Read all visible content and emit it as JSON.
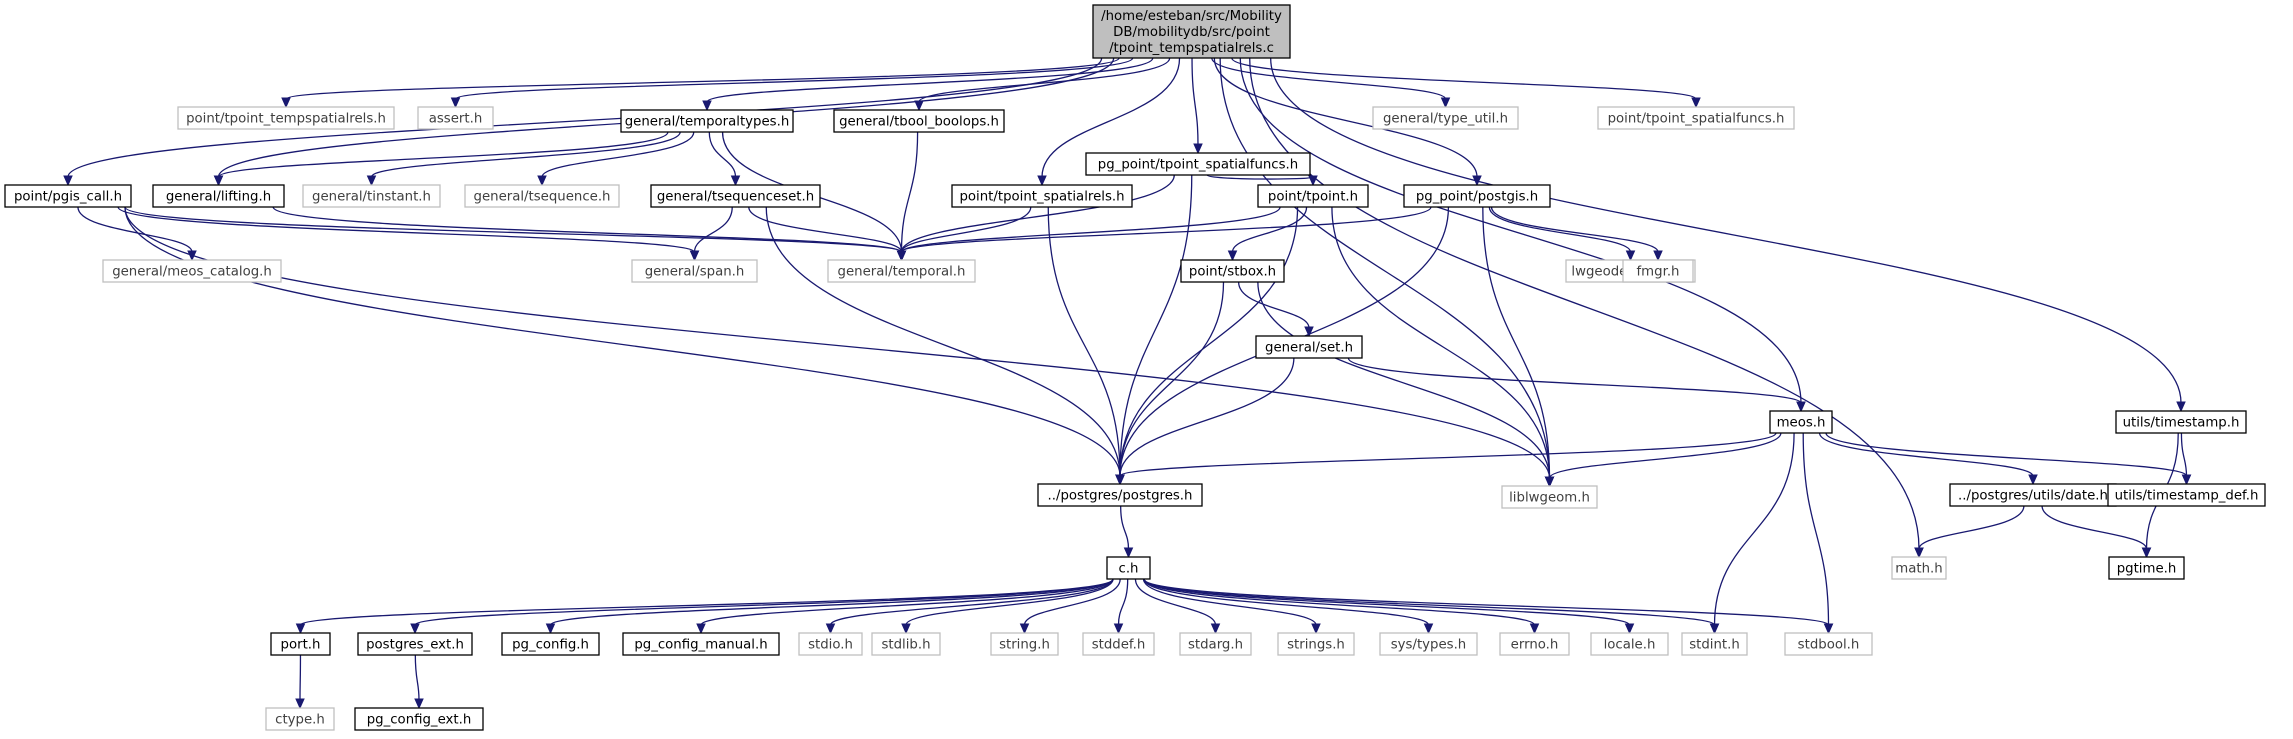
{
  "graph": {
    "root": {
      "id": "root",
      "lines": [
        "/home/esteban/src/Mobility",
        "DB/mobilitydb/src/point",
        "/tpoint_tempspatialrels.c"
      ]
    },
    "nodes": [
      {
        "id": "n_tsr_h",
        "label": "point/tpoint_tempspatialrels.h",
        "style": "gray"
      },
      {
        "id": "n_assert",
        "label": "assert.h",
        "style": "gray"
      },
      {
        "id": "n_temporaltypes",
        "label": "general/temporaltypes.h",
        "style": "solid"
      },
      {
        "id": "n_tbool",
        "label": "general/tbool_boolops.h",
        "style": "solid"
      },
      {
        "id": "n_pg_tsf",
        "label": "pg_point/tpoint_spatialfuncs.h",
        "style": "solid"
      },
      {
        "id": "n_typeutil",
        "label": "general/type_util.h",
        "style": "gray"
      },
      {
        "id": "n_tsf_gray",
        "label": "point/tpoint_spatialfuncs.h",
        "style": "gray"
      },
      {
        "id": "n_pgis",
        "label": "point/pgis_call.h",
        "style": "solid"
      },
      {
        "id": "n_lifting",
        "label": "general/lifting.h",
        "style": "solid"
      },
      {
        "id": "n_tinstant",
        "label": "general/tinstant.h",
        "style": "gray"
      },
      {
        "id": "n_tsequence",
        "label": "general/tsequence.h",
        "style": "gray"
      },
      {
        "id": "n_tsequenceset",
        "label": "general/tsequenceset.h",
        "style": "solid"
      },
      {
        "id": "n_tsr_h2",
        "label": "point/tpoint_spatialrels.h",
        "style": "solid"
      },
      {
        "id": "n_tpoint",
        "label": "point/tpoint.h",
        "style": "solid"
      },
      {
        "id": "n_postgis",
        "label": "pg_point/postgis.h",
        "style": "solid"
      },
      {
        "id": "n_meos_catalog",
        "label": "general/meos_catalog.h",
        "style": "gray"
      },
      {
        "id": "n_span",
        "label": "general/span.h",
        "style": "gray"
      },
      {
        "id": "n_temporal",
        "label": "general/temporal.h",
        "style": "gray"
      },
      {
        "id": "n_stbox",
        "label": "point/stbox.h",
        "style": "solid"
      },
      {
        "id": "n_lwgeodetic",
        "label": "lwgeodetic_tree.h",
        "style": "gray"
      },
      {
        "id": "n_fmgr",
        "label": "fmgr.h",
        "style": "gray"
      },
      {
        "id": "n_set",
        "label": "general/set.h",
        "style": "solid"
      },
      {
        "id": "n_meos",
        "label": "meos.h",
        "style": "solid"
      },
      {
        "id": "n_timestamp",
        "label": "utils/timestamp.h",
        "style": "solid"
      },
      {
        "id": "n_postgres",
        "label": "../postgres/postgres.h",
        "style": "solid"
      },
      {
        "id": "n_liblwgeom",
        "label": "liblwgeom.h",
        "style": "gray"
      },
      {
        "id": "n_date",
        "label": "../postgres/utils/date.h",
        "style": "solid"
      },
      {
        "id": "n_tsdef",
        "label": "utils/timestamp_def.h",
        "style": "solid"
      },
      {
        "id": "n_math",
        "label": "math.h",
        "style": "gray"
      },
      {
        "id": "n_pgtime",
        "label": "pgtime.h",
        "style": "solid"
      },
      {
        "id": "n_c",
        "label": "c.h",
        "style": "solid"
      },
      {
        "id": "n_port",
        "label": "port.h",
        "style": "solid"
      },
      {
        "id": "n_pgext",
        "label": "postgres_ext.h",
        "style": "solid"
      },
      {
        "id": "n_pgconfig",
        "label": "pg_config.h",
        "style": "solid"
      },
      {
        "id": "n_pgconfman",
        "label": "pg_config_manual.h",
        "style": "solid"
      },
      {
        "id": "n_stdio",
        "label": "stdio.h",
        "style": "gray"
      },
      {
        "id": "n_stdlib",
        "label": "stdlib.h",
        "style": "gray"
      },
      {
        "id": "n_string",
        "label": "string.h",
        "style": "gray"
      },
      {
        "id": "n_stddef",
        "label": "stddef.h",
        "style": "gray"
      },
      {
        "id": "n_stdarg",
        "label": "stdarg.h",
        "style": "gray"
      },
      {
        "id": "n_strings",
        "label": "strings.h",
        "style": "gray"
      },
      {
        "id": "n_systypes",
        "label": "sys/types.h",
        "style": "gray"
      },
      {
        "id": "n_errno",
        "label": "errno.h",
        "style": "gray"
      },
      {
        "id": "n_locale",
        "label": "locale.h",
        "style": "gray"
      },
      {
        "id": "n_stdint",
        "label": "stdint.h",
        "style": "gray"
      },
      {
        "id": "n_stdbool",
        "label": "stdbool.h",
        "style": "gray"
      },
      {
        "id": "n_ctype",
        "label": "ctype.h",
        "style": "gray"
      },
      {
        "id": "n_pgconfext",
        "label": "pg_config_ext.h",
        "style": "solid"
      }
    ],
    "edges": [
      [
        "root",
        "n_tsr_h"
      ],
      [
        "root",
        "n_assert"
      ],
      [
        "root",
        "n_temporaltypes"
      ],
      [
        "root",
        "n_tbool"
      ],
      [
        "root",
        "n_pg_tsf"
      ],
      [
        "root",
        "n_typeutil"
      ],
      [
        "root",
        "n_tsf_gray"
      ],
      [
        "root",
        "n_pgis"
      ],
      [
        "root",
        "n_lifting"
      ],
      [
        "root",
        "n_tsr_h2"
      ],
      [
        "root",
        "n_postgis"
      ],
      [
        "root",
        "n_liblwgeom"
      ],
      [
        "root",
        "n_meos"
      ],
      [
        "root",
        "n_math"
      ],
      [
        "root",
        "n_timestamp"
      ],
      [
        "n_temporaltypes",
        "n_lifting"
      ],
      [
        "n_temporaltypes",
        "n_tinstant"
      ],
      [
        "n_temporaltypes",
        "n_tsequence"
      ],
      [
        "n_temporaltypes",
        "n_tsequenceset"
      ],
      [
        "n_temporaltypes",
        "n_temporal"
      ],
      [
        "n_tbool",
        "n_temporal"
      ],
      [
        "n_pg_tsf",
        "n_tpoint"
      ],
      [
        "n_pg_tsf",
        "n_temporal"
      ],
      [
        "n_pg_tsf",
        "n_postgres"
      ],
      [
        "n_pgis",
        "n_meos_catalog"
      ],
      [
        "n_pgis",
        "n_span"
      ],
      [
        "n_pgis",
        "n_temporal"
      ],
      [
        "n_pgis",
        "n_postgres"
      ],
      [
        "n_pgis",
        "n_liblwgeom"
      ],
      [
        "n_lifting",
        "n_temporal"
      ],
      [
        "n_tsequenceset",
        "n_span"
      ],
      [
        "n_tsequenceset",
        "n_temporal"
      ],
      [
        "n_tsequenceset",
        "n_postgres"
      ],
      [
        "n_tsr_h2",
        "n_temporal"
      ],
      [
        "n_tsr_h2",
        "n_postgres"
      ],
      [
        "n_tpoint",
        "n_temporal"
      ],
      [
        "n_tpoint",
        "n_stbox"
      ],
      [
        "n_tpoint",
        "n_postgres"
      ],
      [
        "n_tpoint",
        "n_liblwgeom"
      ],
      [
        "n_postgis",
        "n_temporal"
      ],
      [
        "n_postgis",
        "n_lwgeodetic"
      ],
      [
        "n_postgis",
        "n_fmgr"
      ],
      [
        "n_postgis",
        "n_postgres"
      ],
      [
        "n_postgis",
        "n_liblwgeom"
      ],
      [
        "n_stbox",
        "n_set"
      ],
      [
        "n_stbox",
        "n_postgres"
      ],
      [
        "n_stbox",
        "n_liblwgeom"
      ],
      [
        "n_set",
        "n_postgres"
      ],
      [
        "n_set",
        "n_meos"
      ],
      [
        "n_meos",
        "n_postgres"
      ],
      [
        "n_meos",
        "n_liblwgeom"
      ],
      [
        "n_meos",
        "n_date"
      ],
      [
        "n_meos",
        "n_tsdef"
      ],
      [
        "n_meos",
        "n_stdint"
      ],
      [
        "n_meos",
        "n_stdbool"
      ],
      [
        "n_timestamp",
        "n_tsdef"
      ],
      [
        "n_timestamp",
        "n_pgtime"
      ],
      [
        "n_date",
        "n_math"
      ],
      [
        "n_date",
        "n_pgtime"
      ],
      [
        "n_postgres",
        "n_c"
      ],
      [
        "n_c",
        "n_port"
      ],
      [
        "n_c",
        "n_pgext"
      ],
      [
        "n_c",
        "n_pgconfig"
      ],
      [
        "n_c",
        "n_pgconfman"
      ],
      [
        "n_c",
        "n_stdio"
      ],
      [
        "n_c",
        "n_stdlib"
      ],
      [
        "n_c",
        "n_string"
      ],
      [
        "n_c",
        "n_stddef"
      ],
      [
        "n_c",
        "n_stdarg"
      ],
      [
        "n_c",
        "n_strings"
      ],
      [
        "n_c",
        "n_systypes"
      ],
      [
        "n_c",
        "n_errno"
      ],
      [
        "n_c",
        "n_locale"
      ],
      [
        "n_c",
        "n_stdint"
      ],
      [
        "n_c",
        "n_stdbool"
      ],
      [
        "n_port",
        "n_ctype"
      ],
      [
        "n_pgext",
        "n_pgconfext"
      ]
    ]
  }
}
